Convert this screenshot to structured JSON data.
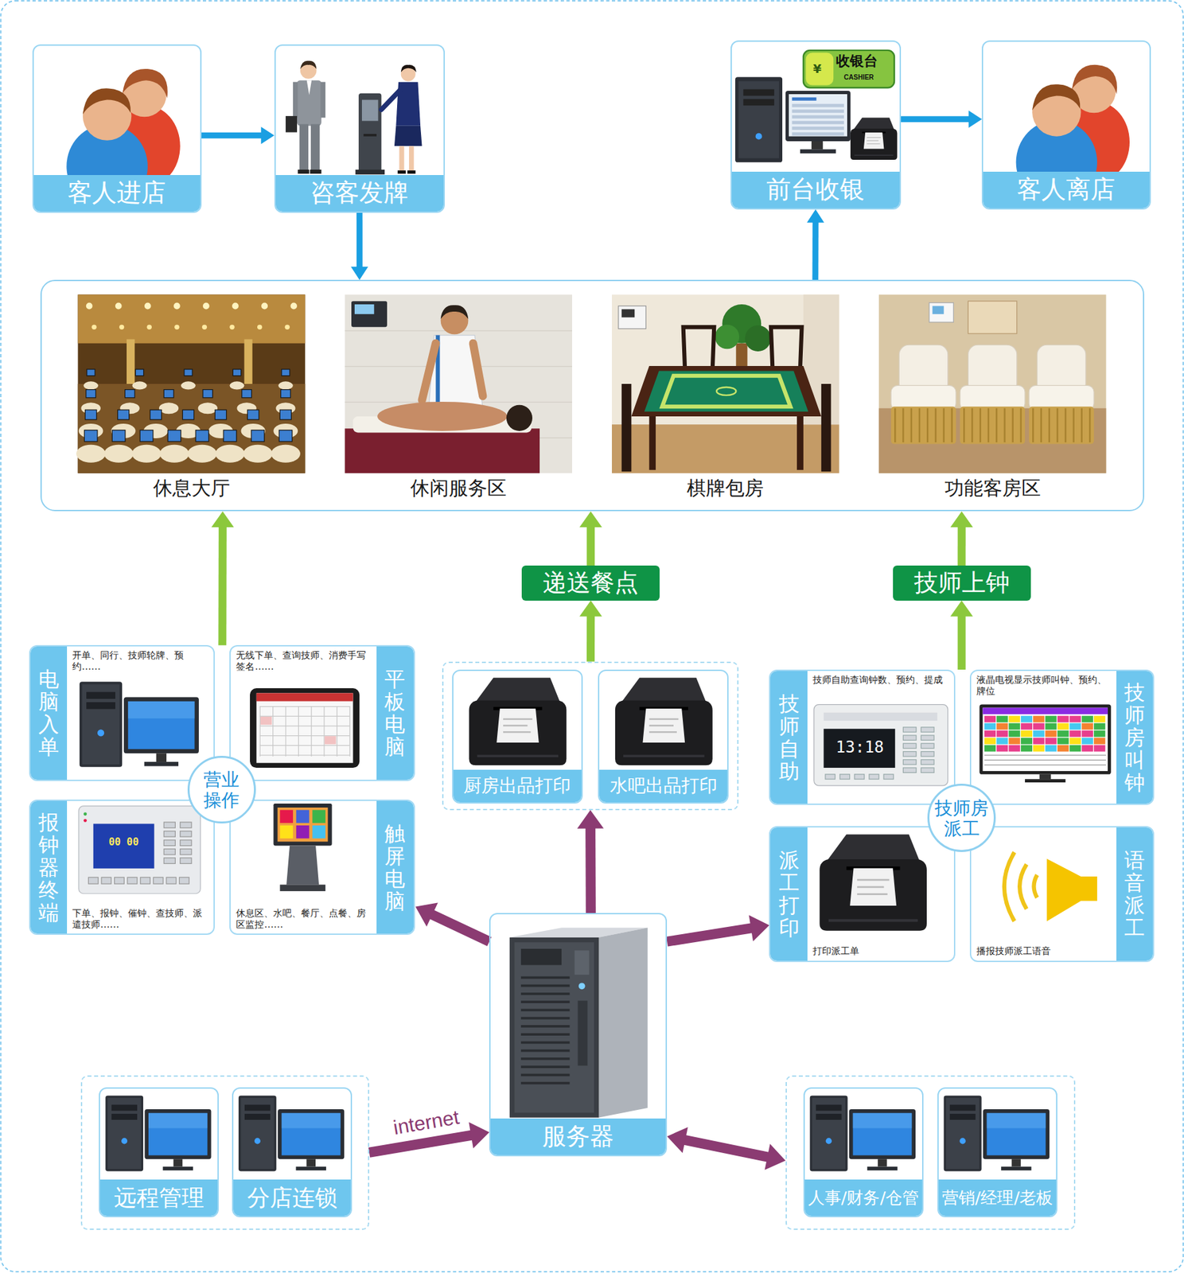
{
  "diagram": {
    "nodes": [
      {
        "text": [
          "客人进店"
        ]
      },
      {
        "text": [
          "咨客发牌"
        ]
      },
      {
        "text": [
          "前台收银"
        ]
      },
      {
        "text": [
          "客人离店"
        ]
      },
      {
        "text": []
      },
      {
        "text": [
          "休息大厅"
        ],
        "in": 4
      },
      {
        "text": [
          "休闲服务区"
        ],
        "in": 4
      },
      {
        "text": [
          "棋牌包房"
        ],
        "in": 4
      },
      {
        "text": [
          "功能客房区"
        ],
        "in": 4
      },
      {
        "text": [
          "递送餐点"
        ]
      },
      {
        "text": [
          "技师上钟"
        ]
      },
      {
        "text": []
      },
      {
        "text": [
          "电脑入单",
          "开单、同行、技师轮牌、预约……"
        ],
        "in": 11
      },
      {
        "text": [
          "平板电脑",
          "无线下单、查询技师、消费手写签名……"
        ],
        "in": 11
      },
      {
        "text": [
          "营业操作"
        ],
        "in": 11
      },
      {
        "text": [
          "报钟器终端",
          "下单、报钟、催钟、查技师、派遣技师……"
        ],
        "in": 11
      },
      {
        "text": [
          "触屏电脑",
          "休息区、水吧、餐厅、点餐、房区监控……"
        ],
        "in": 11
      },
      {
        "text": []
      },
      {
        "text": [
          "厨房出品打印"
        ],
        "in": 17
      },
      {
        "text": [
          "水吧出品打印"
        ],
        "in": 17
      },
      {
        "text": []
      },
      {
        "text": [
          "技师自助",
          "技师自助查询钟数、预约、提成"
        ],
        "in": 20
      },
      {
        "text": [
          "技师房叫钟",
          "液晶电视显示技师叫钟、预约、牌位"
        ],
        "in": 20
      },
      {
        "text": [
          "技师房派工"
        ],
        "in": 20
      },
      {
        "text": [
          "派工打印",
          "打印派工单"
        ],
        "in": 20
      },
      {
        "text": [
          "语音派工",
          "播报技师派工语音"
        ],
        "in": 20
      },
      {
        "text": [
          "服务器"
        ]
      },
      {
        "text": []
      },
      {
        "text": [
          "远程管理"
        ],
        "in": 27
      },
      {
        "text": [
          "分店连锁"
        ],
        "in": 27
      },
      {
        "text": []
      },
      {
        "text": [
          "人事/财务/仓管"
        ],
        "in": 30
      },
      {
        "text": [
          "营销/经理/老板"
        ],
        "in": 30
      }
    ],
    "edges": [
      {
        "from": 0,
        "to": 1,
        "arrow": "to"
      },
      {
        "from": 1,
        "to": 4,
        "arrow": "to"
      },
      {
        "from": 4,
        "to": 2,
        "arrow": "to"
      },
      {
        "from": 2,
        "to": 3,
        "arrow": "to"
      },
      {
        "from": 11,
        "to": 4,
        "arrow": "to"
      },
      {
        "from": 17,
        "to": 9,
        "arrow": "to"
      },
      {
        "from": 9,
        "to": 4,
        "arrow": "to"
      },
      {
        "from": 20,
        "to": 10,
        "arrow": "to"
      },
      {
        "from": 10,
        "to": 4,
        "arrow": "to"
      },
      {
        "from": 26,
        "to": 11,
        "arrow": "to"
      },
      {
        "from": 26,
        "to": 17,
        "arrow": "to"
      },
      {
        "from": 26,
        "to": 20,
        "arrow": "to"
      },
      {
        "from": 27,
        "to": 26,
        "label": "internet",
        "arrow": "to"
      },
      {
        "from": 26,
        "to": 30,
        "arrow": "both"
      }
    ],
    "labels": [
      "¥",
      "收银台",
      "CASHIER",
      "13:18",
      "00 00"
    ]
  }
}
